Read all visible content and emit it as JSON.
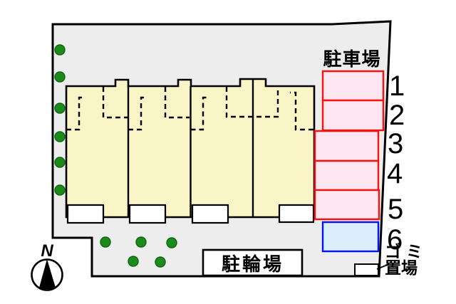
{
  "labels": {
    "parking_title": "駐車場",
    "bicycle_parking": "駐輪場",
    "garbage_line1": "ゴミ",
    "garbage_line2": "置場",
    "compass_north": "N"
  },
  "parking_spaces": [
    {
      "number": "1",
      "type": "parking"
    },
    {
      "number": "2",
      "type": "parking"
    },
    {
      "number": "3",
      "type": "parking"
    },
    {
      "number": "4",
      "type": "parking"
    },
    {
      "number": "5",
      "type": "parking"
    },
    {
      "number": "6",
      "type": "reserved"
    }
  ],
  "colors": {
    "site_fill": "#ededed",
    "outline": "#000000",
    "building_fill": "#faf5c6",
    "parking_space_fill": "#fce7f1",
    "parking_space_border": "#fb0e0c",
    "reserved_space_fill": "#daeefb",
    "reserved_space_border": "#0713f3",
    "tree_fill": "#1b8b1b",
    "tree_stroke": "#0d660d",
    "white": "#ffffff"
  }
}
